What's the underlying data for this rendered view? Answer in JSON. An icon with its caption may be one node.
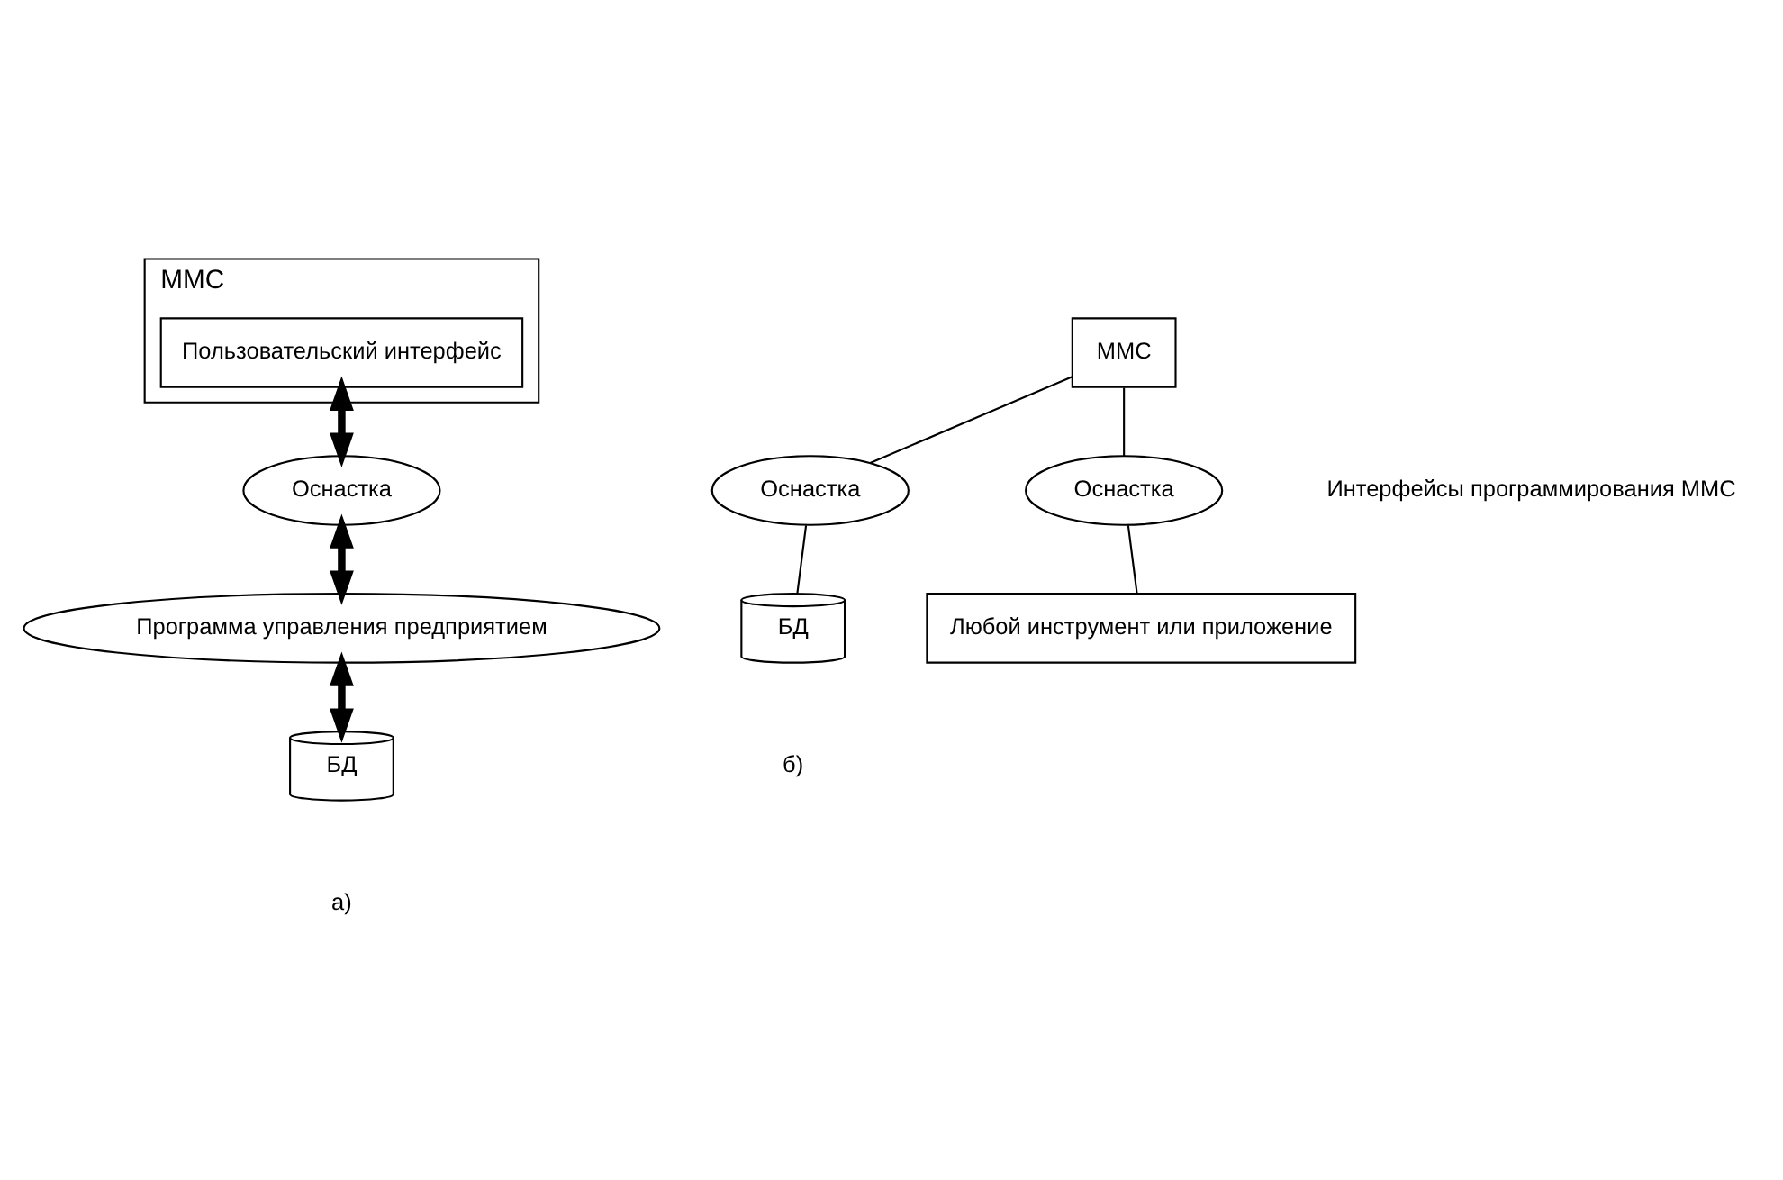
{
  "diagram": {
    "nodes": [
      {
        "text": [
          "ММС"
        ]
      },
      {
        "text": [
          "Пользовательский интерфейс"
        ],
        "in": 0
      },
      {
        "text": [
          "Оснастка"
        ]
      },
      {
        "text": [
          "Программа управления предприятием"
        ]
      },
      {
        "text": [
          "БД"
        ]
      },
      {
        "text": [
          "ММС"
        ]
      },
      {
        "text": [
          "Оснастка"
        ]
      },
      {
        "text": [
          "Оснастка"
        ]
      },
      {
        "text": [
          "БД"
        ]
      },
      {
        "text": [
          "Любой инструмент или приложение"
        ]
      }
    ],
    "edges": [
      {
        "from": 1,
        "to": 2,
        "arrow": "both",
        "style": "thick"
      },
      {
        "from": 2,
        "to": 3,
        "arrow": "both",
        "style": "thick"
      },
      {
        "from": 3,
        "to": 4,
        "arrow": "both",
        "style": "thick"
      },
      {
        "from": 5,
        "to": 6,
        "arrow": "none"
      },
      {
        "from": 5,
        "to": 7,
        "arrow": "none"
      },
      {
        "from": 6,
        "to": 8,
        "arrow": "none"
      },
      {
        "from": 7,
        "to": 9,
        "arrow": "none"
      }
    ],
    "labels": [
      "Интерфейсы программирования ММС",
      "а)",
      "б)"
    ]
  }
}
